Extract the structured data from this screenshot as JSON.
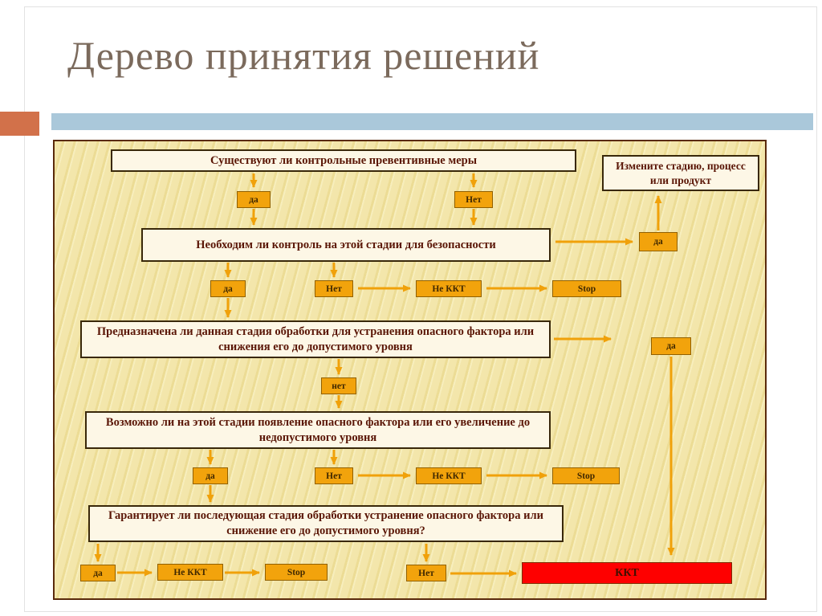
{
  "slide": {
    "title": "Дерево принятия решений"
  },
  "flowchart": {
    "questions": {
      "q1": "Существуют ли контрольные превентивные меры",
      "change_stage": "Измените стадию, процесс или продукт",
      "q2": "Необходим ли контроль на этой стадии для безопасности",
      "q3": "Предназначена ли данная стадия обработки для устранения опасного фактора или снижения его до допустимого уровня",
      "q4": "Возможно ли на этой стадии появление  опасного фактора или его увеличение до недопустимого уровня",
      "q5": "Гарантирует ли последующая стадия обработки устранение опасного фактора или снижение его до допустимого уровня?"
    },
    "labels": {
      "da": "да",
      "net": "Нет",
      "net_lower": "нет",
      "ne_kkt": "Не ККТ",
      "stop": "Stop",
      "kkt": "ККТ"
    },
    "colors": {
      "accent_bar_blue": "#aac8da",
      "accent_square_orange": "#d2714a",
      "panel_background": "#f2e5a9",
      "panel_border": "#5a2a0c",
      "arrow_orange": "#f0a10a",
      "tag_orange": "#f2a30c",
      "kkt_red": "#fe0000",
      "question_text": "#5a1606"
    }
  }
}
